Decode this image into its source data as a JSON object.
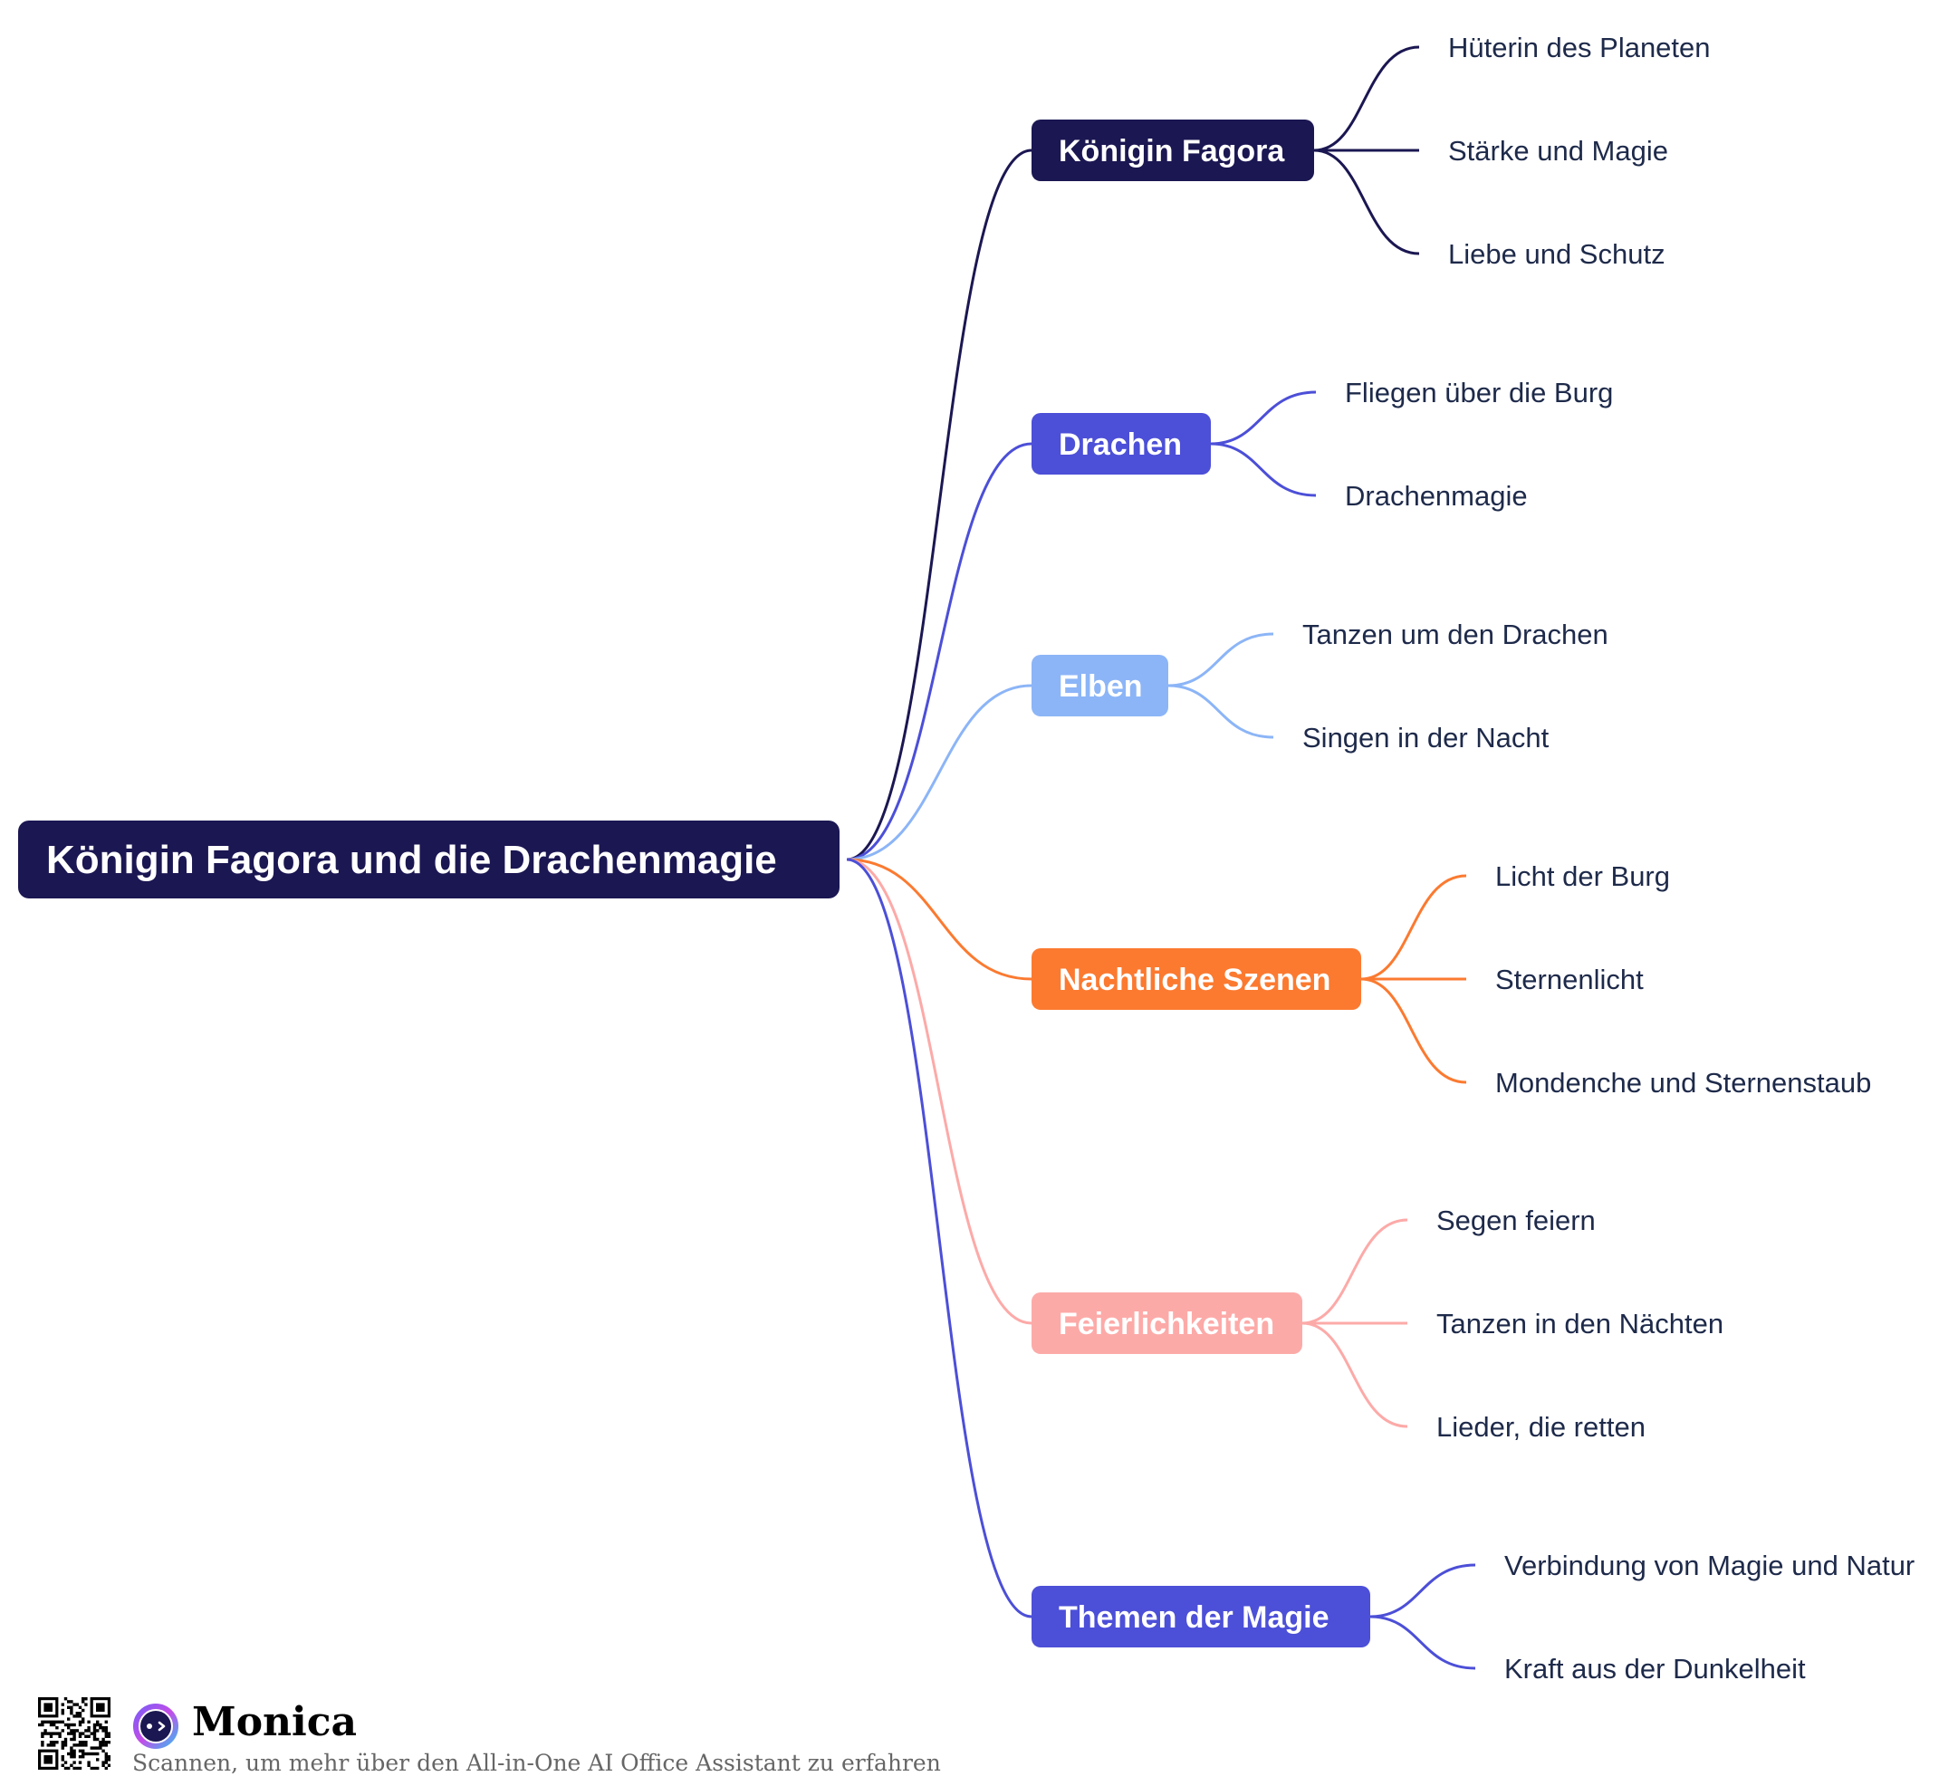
{
  "root": {
    "label": "Königin Fagora und die Drachenmagie",
    "color": "#1b1752"
  },
  "branches": [
    {
      "label": "Königin Fagora",
      "color": "#1b1752",
      "children": [
        "Hüterin des Planeten",
        "Stärke und Magie",
        "Liebe und Schutz"
      ]
    },
    {
      "label": "Drachen",
      "color": "#4c4fd7",
      "children": [
        "Fliegen über die Burg",
        "Drachenmagie"
      ]
    },
    {
      "label": "Elben",
      "color": "#8cb5f7",
      "children": [
        "Tanzen um den Drachen",
        "Singen in der Nacht"
      ]
    },
    {
      "label": "Nachtliche Szenen",
      "color": "#fb7a30",
      "children": [
        "Licht der Burg",
        "Sternenlicht",
        "Mondenche und Sternenstaub"
      ]
    },
    {
      "label": "Feierlichkeiten",
      "color": "#fcaaa8",
      "children": [
        "Segen feiern",
        "Tanzen in den Nächten",
        "Lieder, die retten"
      ]
    },
    {
      "label": "Themen der Magie",
      "color": "#4c4fd7",
      "children": [
        "Verbindung von Magie und Natur",
        "Kraft aus der Dunkelheit"
      ]
    }
  ],
  "leaf_text_color": "#1e2a4a",
  "footer": {
    "brand": "Monica",
    "tagline": "Scannen, um mehr über den All-in-One AI Office Assistant zu erfahren"
  }
}
